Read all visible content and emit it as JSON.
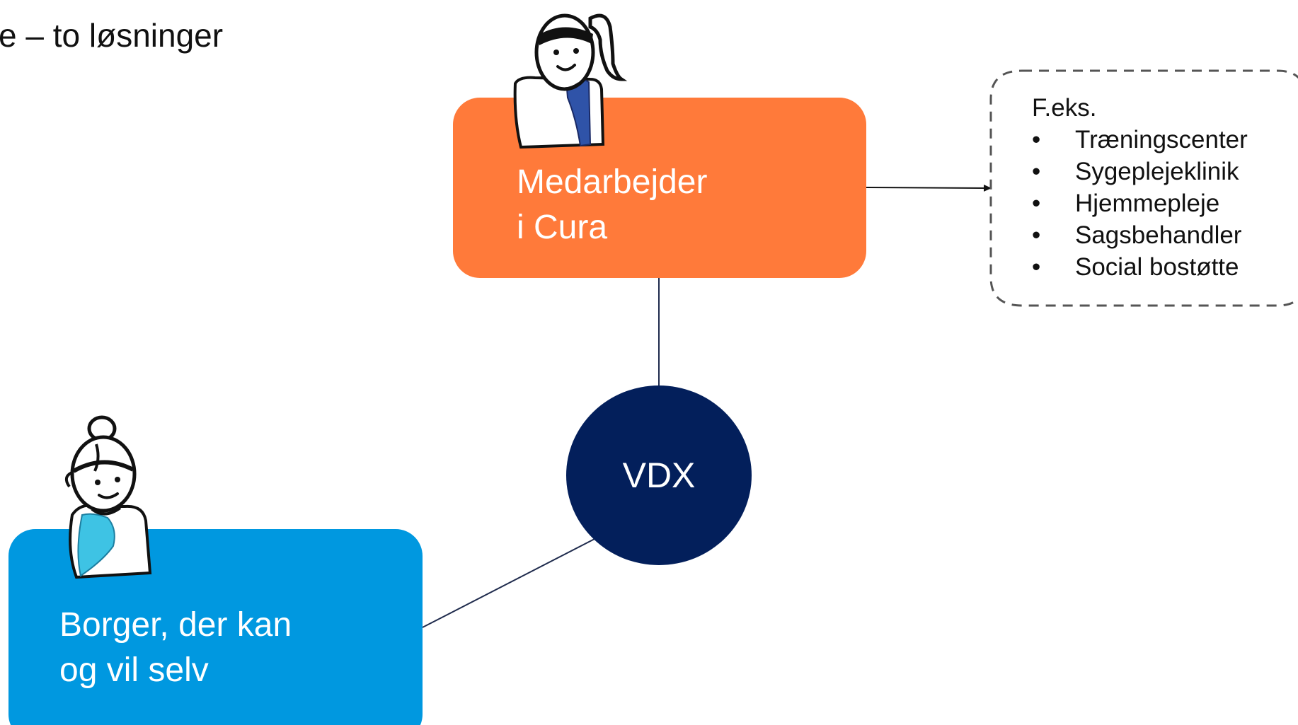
{
  "title": "e – to løsninger",
  "nodes": {
    "medarbejder": {
      "line1": "Medarbejder",
      "line2": "i Cura",
      "color": "#ff7a3a"
    },
    "borger": {
      "line1": "Borger, der kan",
      "line2": "og vil selv",
      "color": "#0098e0"
    },
    "vdx": {
      "label": "VDX",
      "color": "#031f5b"
    }
  },
  "examples": {
    "heading": "F.eks.",
    "items": [
      {
        "bullet": "•",
        "label": "Træningscenter"
      },
      {
        "bullet": "•",
        "label": "Sygeplejeklinik"
      },
      {
        "bullet": "•",
        "label": "Hjemmepleje"
      },
      {
        "bullet": "•",
        "label": "Sagsbehandler"
      },
      {
        "bullet": "•",
        "label": "Social bostøtte"
      }
    ]
  },
  "illustrations": {
    "staff_person": "staff-woman-illustration",
    "citizen_person": "citizen-woman-illustration",
    "staff_scarf_color": "#2f53a8",
    "citizen_scarf_color": "#3ec3e4"
  }
}
